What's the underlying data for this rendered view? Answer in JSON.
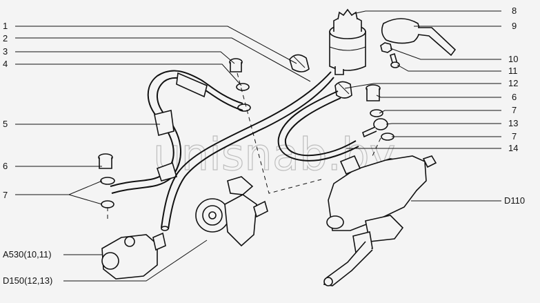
{
  "diagram": {
    "watermark": "unisnab.by",
    "labels_left": [
      "1",
      "2",
      "3",
      "4",
      "5",
      "6",
      "7",
      "A530(10,11)",
      "D150(12,13)"
    ],
    "labels_right": [
      "8",
      "9",
      "10",
      "11",
      "12",
      "6",
      "7",
      "13",
      "7",
      "14",
      "D110"
    ]
  }
}
